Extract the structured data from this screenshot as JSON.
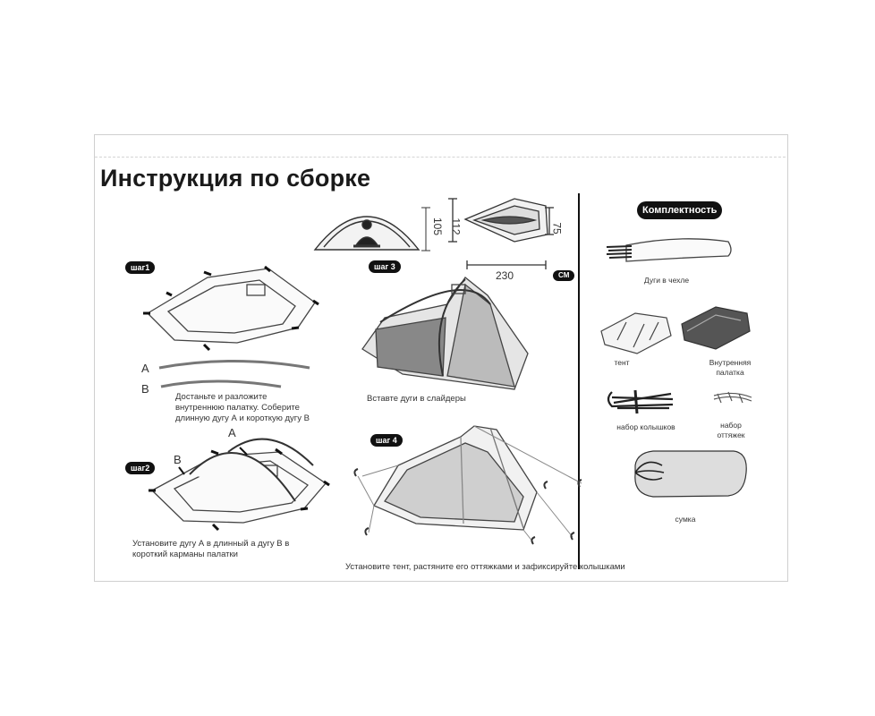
{
  "title": "Инструкция по сборке",
  "steps": {
    "step1": "шаг1",
    "step2": "шаг2",
    "step3": "шаг 3",
    "step4": "шаг 4"
  },
  "labels": {
    "a": "A",
    "b": "B",
    "a2": "A",
    "b2": "B"
  },
  "texts": {
    "step1_line1": "Достаньте и разложите",
    "step1_line2": "внутреннюю палатку. Соберите",
    "step1_line3": "длинную дугу А и короткую дугу В",
    "step2_line1": "Установите дугу А в длинный а дугу В в",
    "step2_line2": "короткий карманы палатки",
    "step3": "Вставте дуги в слайдеры",
    "step4": "Установите тент, растяните его оттяжками и зафиксируйте колышками"
  },
  "dimensions": {
    "height_front": "105",
    "length_side": "112",
    "width_narrow": "75",
    "length": "230",
    "unit": "CM"
  },
  "kit": {
    "header": "Комплектность",
    "poles": "Дуги в чехле",
    "fly": "тент",
    "inner_line1": "Внутренняя",
    "inner_line2": "палатка",
    "stakes": "набор колышков",
    "guy_line1": "набор",
    "guy_line2": "оттяжек",
    "bag": "сумка"
  }
}
